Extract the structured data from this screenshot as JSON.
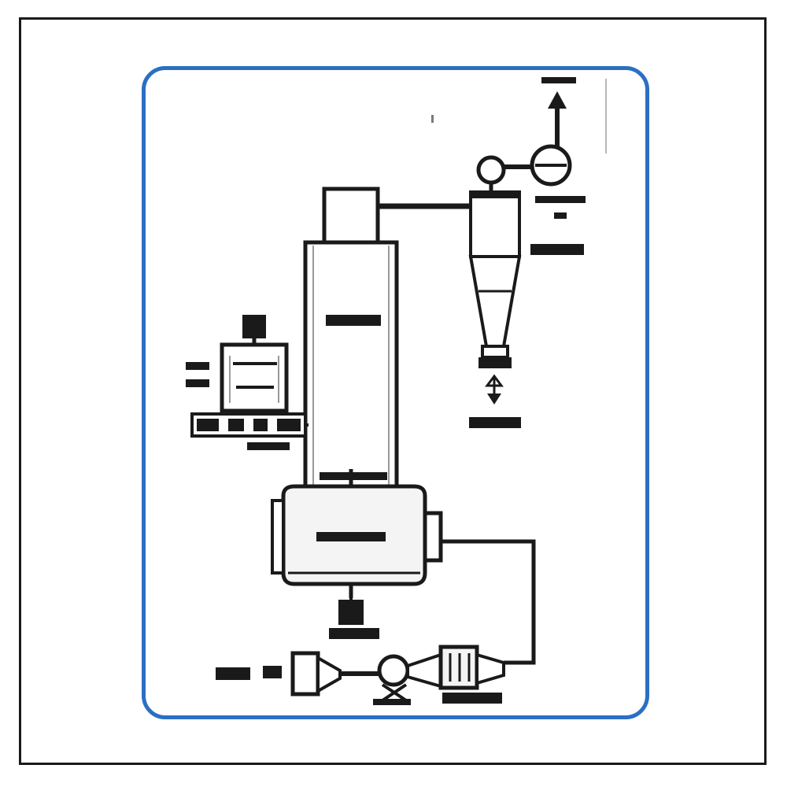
{
  "colors": {
    "frame": "#1a1a1a",
    "card_border": "#2a6fc4",
    "ink": "#1a1a1a",
    "fill_light": "#f4f4f4",
    "fill_dark": "#222222"
  },
  "diagram": {
    "components": [
      "spray-drying-chamber",
      "cyclone-separator",
      "exhaust-fan",
      "feed-tank-with-agitator",
      "air-heater",
      "filter",
      "air-blower",
      "product-collector"
    ],
    "labels": []
  }
}
